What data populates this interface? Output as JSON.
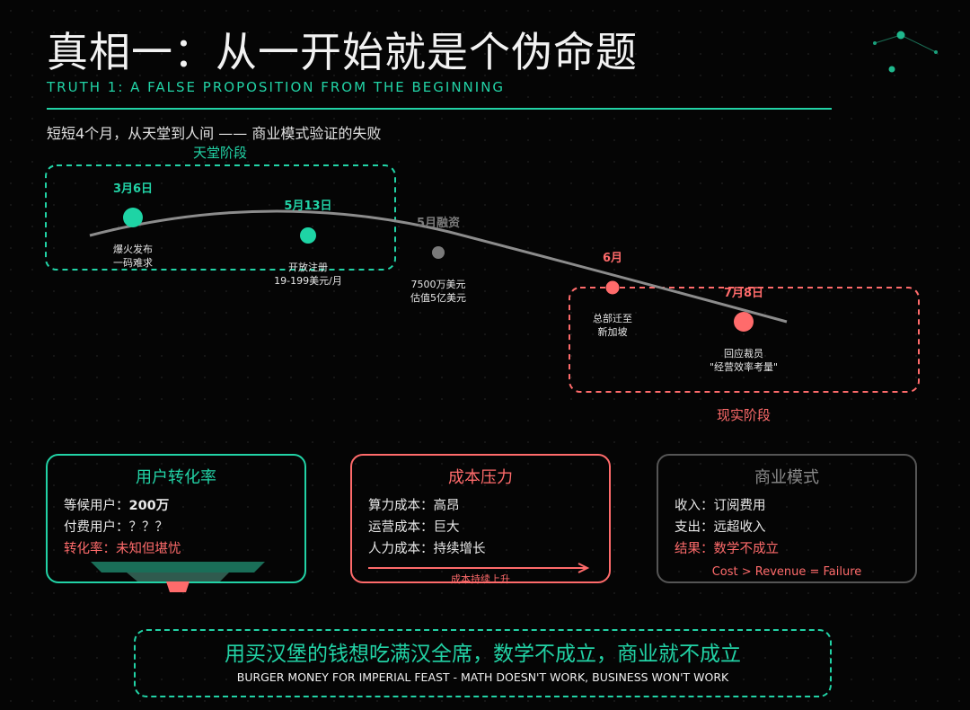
{
  "header": {
    "title": "真相一：从一开始就是个伪命题",
    "subtitle_en": "TRUTH 1: A FALSE PROPOSITION FROM THE BEGINNING",
    "intro": "短短4个月，从天堂到人间 —— 商业模式验证的失败"
  },
  "timeline": {
    "heaven_label": "天堂阶段",
    "reality_label": "现实阶段",
    "events": [
      {
        "date": "3月6日",
        "desc1": "爆火发布",
        "desc2": "一码难求",
        "status": "heaven"
      },
      {
        "date": "5月13日",
        "desc1": "开放注册",
        "desc2": "19-199美元/月",
        "status": "heaven"
      },
      {
        "date": "5月融资",
        "desc1": "7500万美元",
        "desc2": "估值5亿美元",
        "status": "neutral"
      },
      {
        "date": "6月",
        "desc1": "总部迁至",
        "desc2": "新加坡",
        "status": "reality"
      },
      {
        "date": "7月8日",
        "desc1": "回应裁员",
        "desc2": "\"经营效率考量\"",
        "status": "reality"
      }
    ]
  },
  "cards": {
    "conversion": {
      "title": "用户转化率",
      "line1_label": "等候用户：",
      "line1_value": "200万",
      "line2_label": "付费用户：",
      "line2_value": "？？？",
      "line3_label": "转化率：",
      "line3_value": "未知但堪忧"
    },
    "cost": {
      "title": "成本压力",
      "line1_label": "算力成本：",
      "line1_value": "高昂",
      "line2_label": "运营成本：",
      "line2_value": "巨大",
      "line3_label": "人力成本：",
      "line3_value": "持续增长",
      "arrow_label": "成本持续上升"
    },
    "business": {
      "title": "商业模式",
      "line1_label": "收入：",
      "line1_value": "订阅费用",
      "line2_label": "支出：",
      "line2_value": "远超收入",
      "line3_label": "结果：",
      "line3_value": "数学不成立",
      "formula": "Cost > Revenue = Failure"
    }
  },
  "footer": {
    "main": "用买汉堡的钱想吃满汉全席，数学不成立，商业就不成立",
    "en": "BURGER MONEY FOR IMPERIAL FEAST - MATH DOESN'T WORK, BUSINESS WON'T WORK"
  },
  "colors": {
    "accent": "#22d3a6",
    "danger": "#ff6b6b",
    "neutral": "#777777",
    "background": "#050505"
  }
}
